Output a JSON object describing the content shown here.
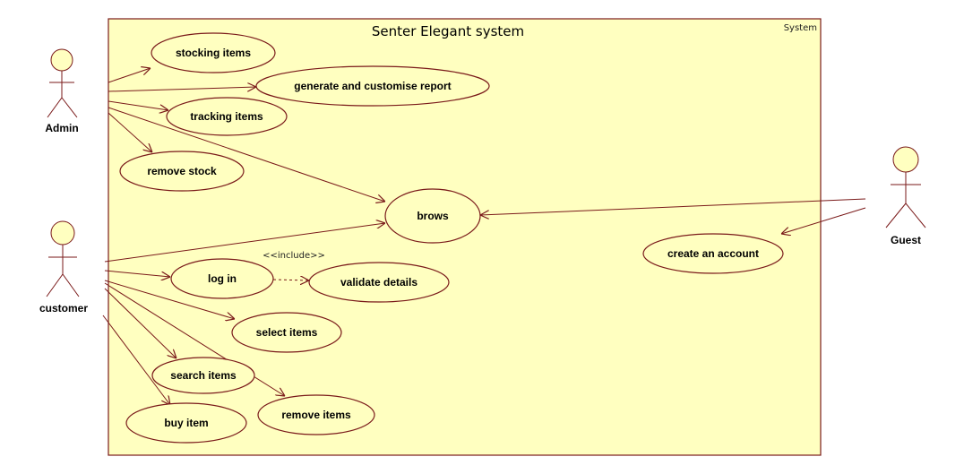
{
  "system": {
    "title": "Senter Elegant system",
    "corner_label": "System",
    "fill_color": "#ffffc0",
    "border_color": "#7a1a1a"
  },
  "actors": {
    "admin": "Admin",
    "customer": "customer",
    "guest": "Guest"
  },
  "use_cases": {
    "stocking_items": "stocking items",
    "generate_report": "generate and customise report",
    "tracking_items": "tracking items",
    "remove_stock": "remove stock",
    "brows": "brows",
    "create_account": "create an account",
    "log_in": "log in",
    "validate_details": "validate details",
    "select_items": "select items",
    "search_items": "search items",
    "remove_items": "remove items",
    "buy_item": "buy item"
  },
  "relationships": {
    "include_label": "<<include>>"
  },
  "colors": {
    "line": "#7a1a1a",
    "use_case_fill": "#ffffc0"
  }
}
